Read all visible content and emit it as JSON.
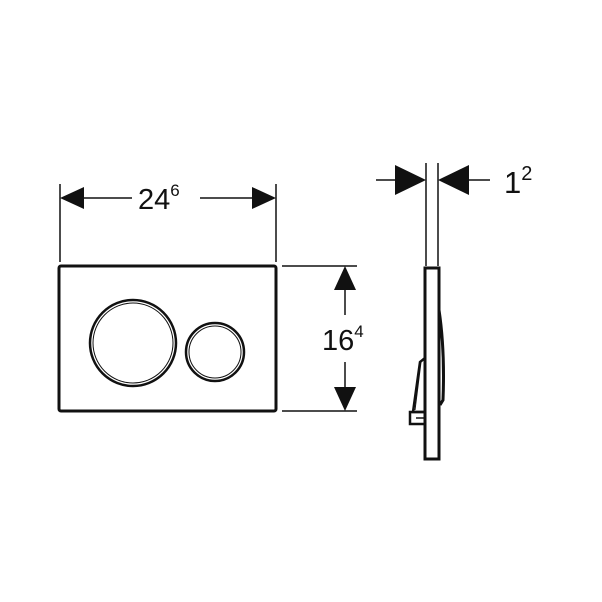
{
  "dimensions": {
    "width": {
      "main": "24",
      "sup": "6"
    },
    "height": {
      "main": "16",
      "sup": "4"
    },
    "thickness": {
      "main": "1",
      "sup": "2"
    }
  },
  "colors": {
    "line": "#111111",
    "background": "#ffffff"
  }
}
